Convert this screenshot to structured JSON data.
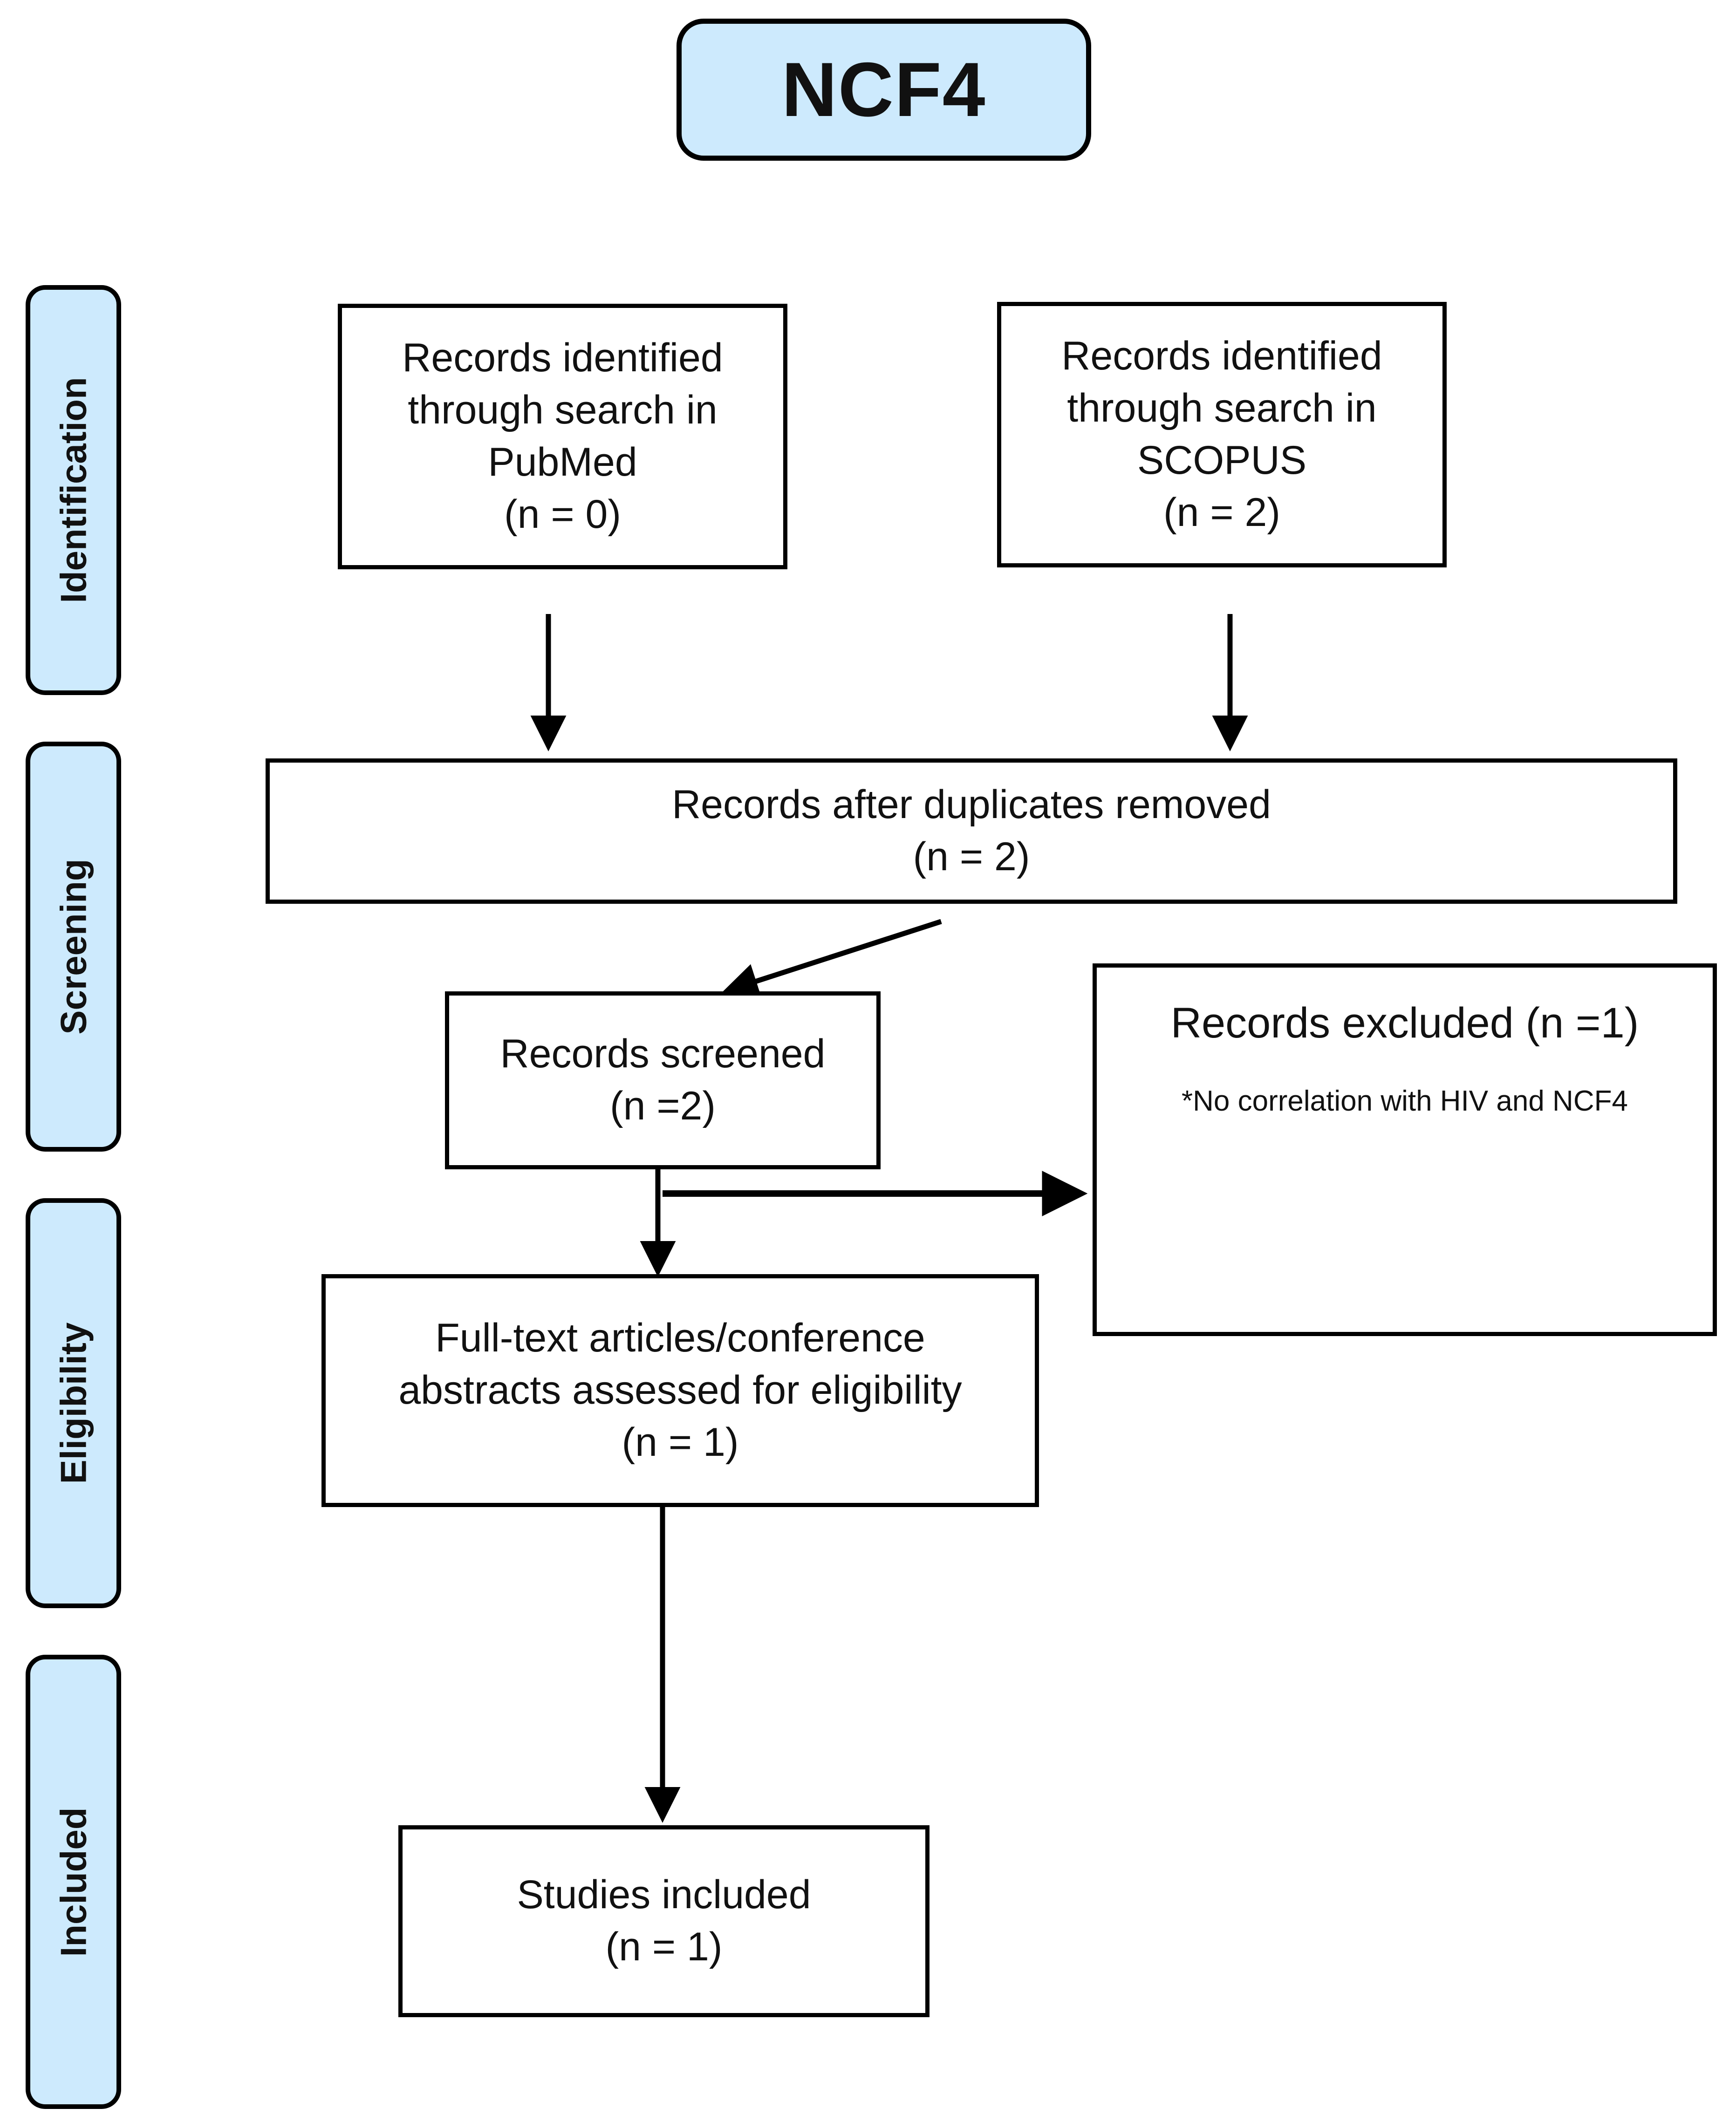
{
  "title": {
    "label": "NCF4"
  },
  "colors": {
    "pill_fill": "#cdeafd",
    "stroke": "#000000",
    "box_fill": "#ffffff",
    "text": "#111111"
  },
  "stages": [
    {
      "label": "Identification"
    },
    {
      "label": "Screening"
    },
    {
      "label": "Eligibility"
    },
    {
      "label": "Included"
    }
  ],
  "boxes": {
    "pubmed": {
      "line1": "Records identified",
      "line2": "through search in",
      "line3": "PubMed",
      "line4": "(n =  0)"
    },
    "scopus": {
      "line1": "Records identified",
      "line2": "through search in",
      "line3": "SCOPUS",
      "line4": "(n =  2)"
    },
    "duplicates": {
      "line1": "Records after duplicates removed",
      "line2": "(n = 2)"
    },
    "screened": {
      "line1": "Records screened",
      "line2": "(n =2)"
    },
    "excluded": {
      "line1": "Records excluded (n =1)",
      "line2": "*No correlation with HIV and NCF4"
    },
    "fulltext": {
      "line1": "Full-text articles/conference",
      "line2": "abstracts assessed for eligibility",
      "line3": "(n = 1)"
    },
    "included": {
      "line1": "Studies included",
      "line2": "(n = 1)"
    }
  },
  "chart_data": {
    "type": "diagram",
    "title": "NCF4",
    "diagram_kind": "PRISMA flow diagram",
    "stage_labels": [
      "Identification",
      "Screening",
      "Eligibility",
      "Included"
    ],
    "nodes": [
      {
        "id": "pubmed",
        "stage": "Identification",
        "label": "Records identified through search in PubMed",
        "n": 0
      },
      {
        "id": "scopus",
        "stage": "Identification",
        "label": "Records identified through search in SCOPUS",
        "n": 2
      },
      {
        "id": "duplicates",
        "stage": "Screening",
        "label": "Records after duplicates removed",
        "n": 2
      },
      {
        "id": "screened",
        "stage": "Screening",
        "label": "Records screened",
        "n": 2
      },
      {
        "id": "excluded",
        "stage": "Screening",
        "label": "Records excluded",
        "n": 1,
        "note": "*No correlation with HIV and NCF4"
      },
      {
        "id": "fulltext",
        "stage": "Eligibility",
        "label": "Full-text articles/conference abstracts assessed for eligibility",
        "n": 1
      },
      {
        "id": "included",
        "stage": "Included",
        "label": "Studies included",
        "n": 1
      }
    ],
    "edges": [
      {
        "from": "pubmed",
        "to": "duplicates",
        "style": "vertical-arrow"
      },
      {
        "from": "scopus",
        "to": "duplicates",
        "style": "vertical-arrow"
      },
      {
        "from": "duplicates",
        "to": "screened",
        "style": "diagonal-arrow"
      },
      {
        "from": "screened",
        "to": "fulltext",
        "style": "vertical-arrow"
      },
      {
        "from": "screened",
        "to": "excluded",
        "style": "horizontal-arrow"
      },
      {
        "from": "fulltext",
        "to": "included",
        "style": "vertical-arrow"
      }
    ]
  }
}
